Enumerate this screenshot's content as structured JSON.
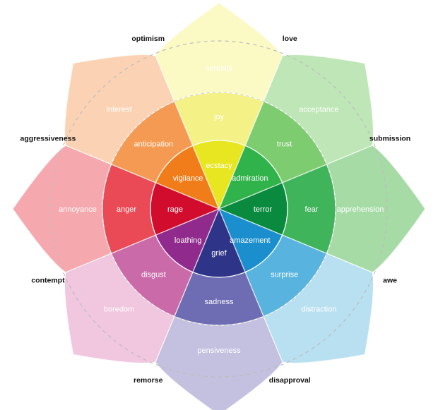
{
  "petals": [
    {
      "key": "joy",
      "colors": [
        "#fbf9c4",
        "#f4f186",
        "#e7e620"
      ],
      "emotions": {
        "mild": "serenity",
        "basic": "joy",
        "intense": "ecstacy"
      }
    },
    {
      "key": "trust",
      "colors": [
        "#bfe6b6",
        "#7dcc6f",
        "#2fb34a"
      ],
      "emotions": {
        "mild": "acceptance",
        "basic": "trust",
        "intense": "admiration"
      }
    },
    {
      "key": "fear",
      "colors": [
        "#a6dba6",
        "#3fb45a",
        "#0a8a3f"
      ],
      "emotions": {
        "mild": "apprehension",
        "basic": "fear",
        "intense": "terror"
      }
    },
    {
      "key": "surprise",
      "colors": [
        "#b9e0f1",
        "#58b4de",
        "#1b8fce"
      ],
      "emotions": {
        "mild": "distraction",
        "basic": "surprise",
        "intense": "amazement"
      }
    },
    {
      "key": "sadness",
      "colors": [
        "#c3c0e0",
        "#6e6db3",
        "#2e3488"
      ],
      "emotions": {
        "mild": "pensiveness",
        "basic": "sadness",
        "intense": "grief"
      }
    },
    {
      "key": "disgust",
      "colors": [
        "#f1c6df",
        "#cb6aa8",
        "#902a8c"
      ],
      "emotions": {
        "mild": "boredom",
        "basic": "disgust",
        "intense": "loathing"
      }
    },
    {
      "key": "anger",
      "colors": [
        "#f5a9ae",
        "#ea4a55",
        "#d10c2c"
      ],
      "emotions": {
        "mild": "annoyance",
        "basic": "anger",
        "intense": "rage"
      }
    },
    {
      "key": "anticipation",
      "colors": [
        "#fbd3b4",
        "#f59a52",
        "#f07d1a"
      ],
      "emotions": {
        "mild": "interest",
        "basic": "anticipation",
        "intense": "vigilance"
      }
    }
  ],
  "dyads": [
    "love",
    "submission",
    "awe",
    "disapproval",
    "remorse",
    "contempt",
    "aggressiveness",
    "optimism"
  ]
}
